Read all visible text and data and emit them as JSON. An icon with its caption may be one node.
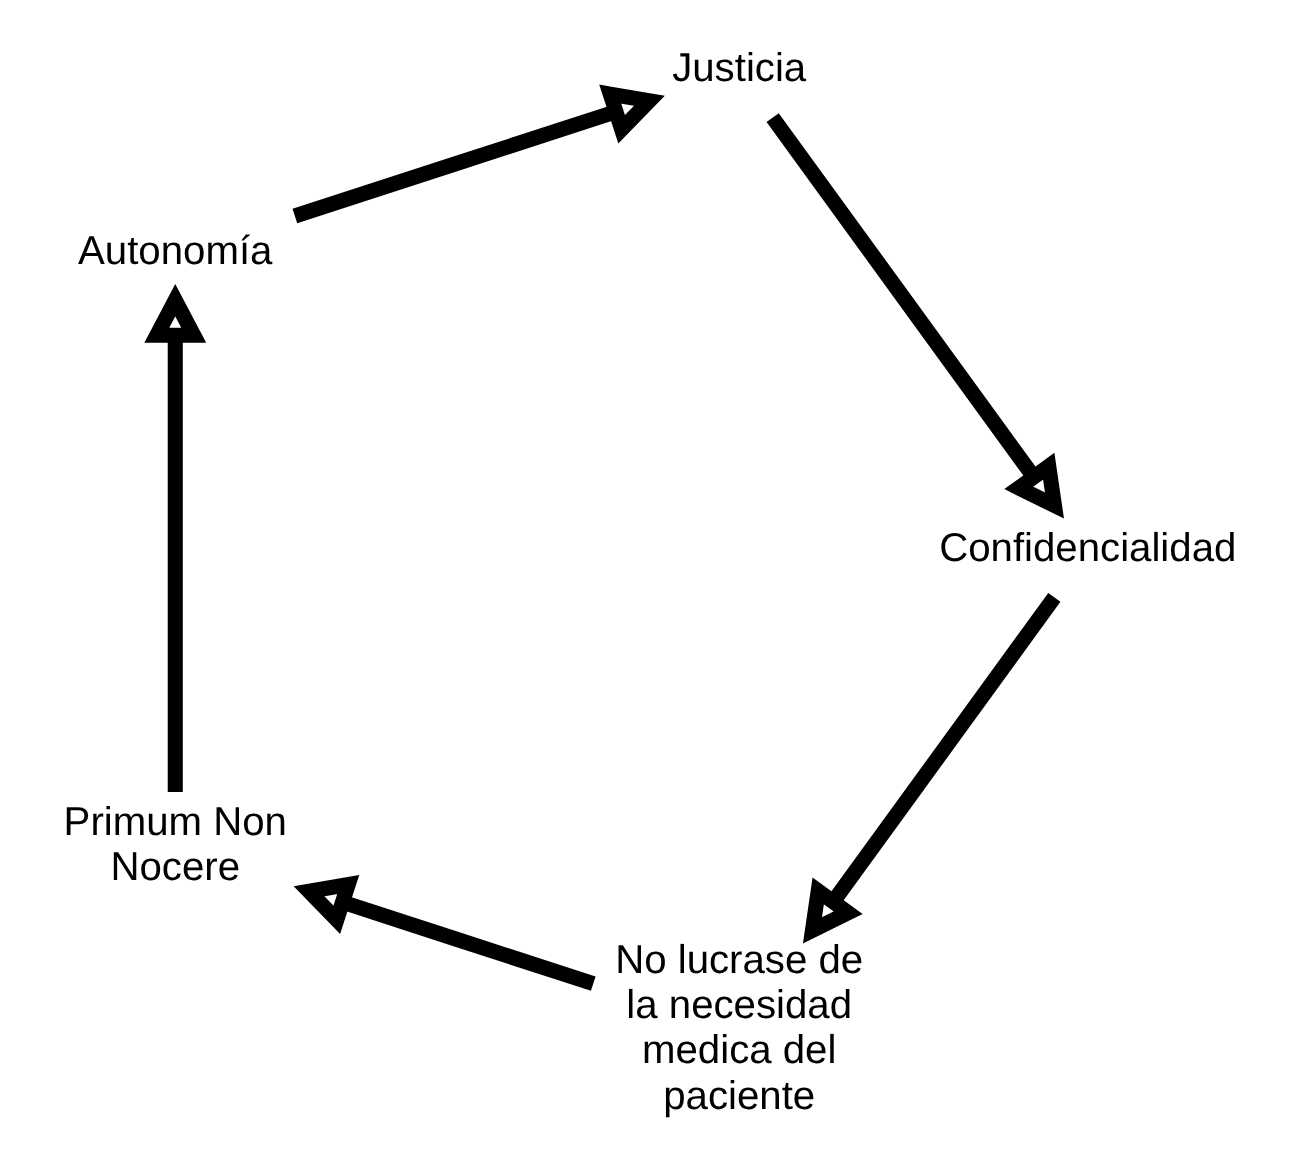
{
  "diagram": {
    "nodes": [
      {
        "text": [
          "No lucrase de la necesidad medica del paciente"
        ]
      },
      {
        "text": [
          "Primum Non Nocere"
        ]
      },
      {
        "text": [
          "Autonomía"
        ]
      },
      {
        "text": [
          "Justicia"
        ]
      },
      {
        "text": [
          "Confidencialidad"
        ]
      }
    ],
    "edges": [
      {
        "from": 0,
        "to": 1,
        "arrow": "to"
      },
      {
        "from": 1,
        "to": 2,
        "arrow": "to"
      },
      {
        "from": 2,
        "to": 3,
        "arrow": "to"
      },
      {
        "from": 3,
        "to": 4,
        "arrow": "to"
      },
      {
        "from": 4,
        "to": 0,
        "arrow": "to"
      }
    ]
  }
}
